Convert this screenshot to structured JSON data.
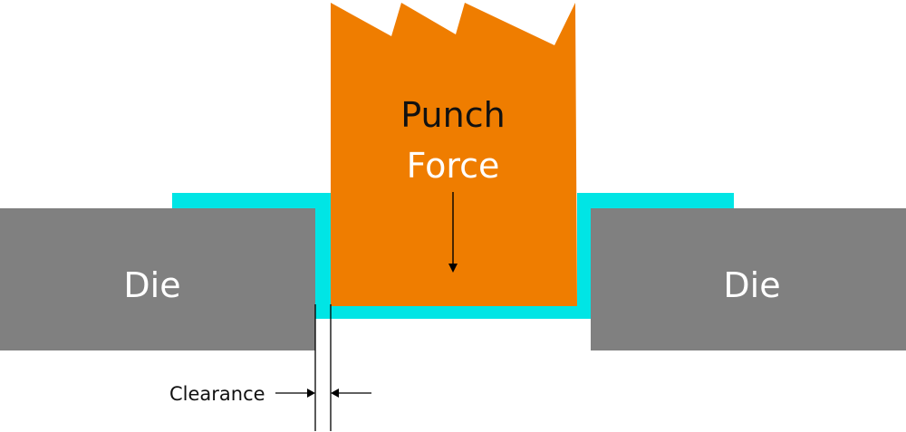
{
  "labels": {
    "die_left": "Die",
    "die_right": "Die",
    "punch_line1": "Punch",
    "punch_line2": "Force",
    "clearance": "Clearance"
  },
  "colors": {
    "die": "#808080",
    "punch": "#ef7d00",
    "sheet": "#00e5e5",
    "die_text": "#ffffff",
    "punch_text_dark": "#111111",
    "punch_text_light": "#ffffff",
    "line": "#000000"
  }
}
